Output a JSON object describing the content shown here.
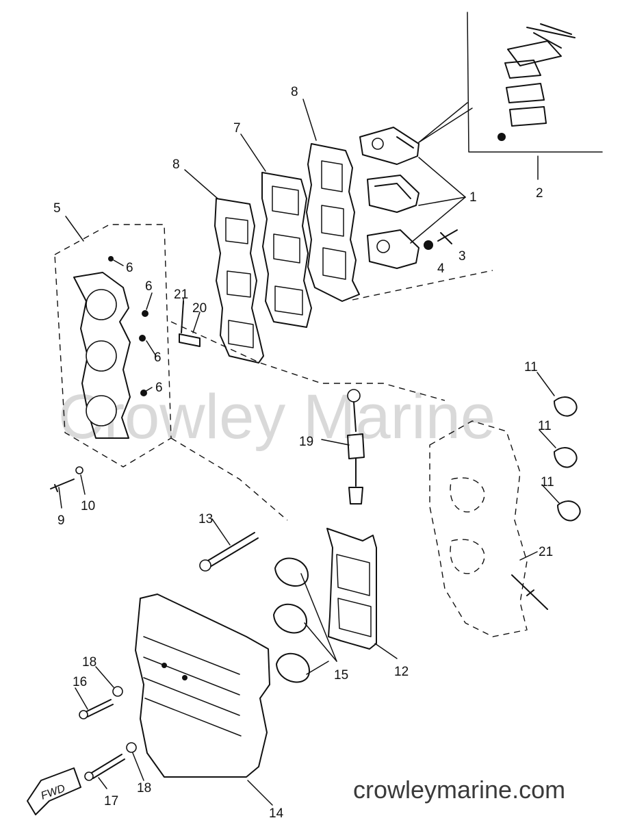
{
  "watermark": "Crowley Marine",
  "website": "crowleymarine.com",
  "direction_tag": "FWD",
  "callouts": [
    {
      "id": "1",
      "text": "1"
    },
    {
      "id": "2",
      "text": "2"
    },
    {
      "id": "3",
      "text": "3"
    },
    {
      "id": "4",
      "text": "4"
    },
    {
      "id": "5",
      "text": "5"
    },
    {
      "id": "6a",
      "text": "6"
    },
    {
      "id": "6b",
      "text": "6"
    },
    {
      "id": "6c",
      "text": "6"
    },
    {
      "id": "6d",
      "text": "6"
    },
    {
      "id": "7",
      "text": "7"
    },
    {
      "id": "8a",
      "text": "8"
    },
    {
      "id": "8b",
      "text": "8"
    },
    {
      "id": "9",
      "text": "9"
    },
    {
      "id": "10",
      "text": "10"
    },
    {
      "id": "11a",
      "text": "11"
    },
    {
      "id": "11b",
      "text": "11"
    },
    {
      "id": "11c",
      "text": "11"
    },
    {
      "id": "12",
      "text": "12"
    },
    {
      "id": "13",
      "text": "13"
    },
    {
      "id": "14",
      "text": "14"
    },
    {
      "id": "15",
      "text": "15"
    },
    {
      "id": "16",
      "text": "16"
    },
    {
      "id": "17",
      "text": "17"
    },
    {
      "id": "18a",
      "text": "18"
    },
    {
      "id": "18b",
      "text": "18"
    },
    {
      "id": "19",
      "text": "19"
    },
    {
      "id": "20",
      "text": "20"
    },
    {
      "id": "21a",
      "text": "21"
    },
    {
      "id": "21b",
      "text": "21"
    }
  ]
}
